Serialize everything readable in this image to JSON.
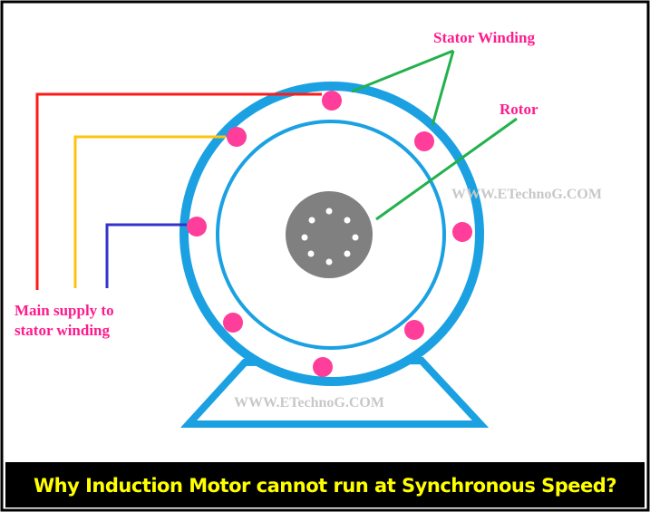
{
  "labels": {
    "stator_winding": "Stator Winding",
    "rotor": "Rotor",
    "main_supply": "Main supply to stator winding",
    "main_supply_line1": "Main supply to",
    "main_supply_line2": "stator winding"
  },
  "watermark": "WWW.ETechnoG.COM",
  "title": "Why Induction Motor cannot run at Synchronous Speed?",
  "colors": {
    "stator": "#1ba1e2",
    "winding": "#ff3d9a",
    "rotor": "#808080",
    "red_wire": "#ff1a1a",
    "yellow_wire": "#ffc20e",
    "blue_wire": "#3333cc",
    "pointer": "#22b14c",
    "label": "#ff1b8d",
    "banner_text": "#ffff00"
  }
}
